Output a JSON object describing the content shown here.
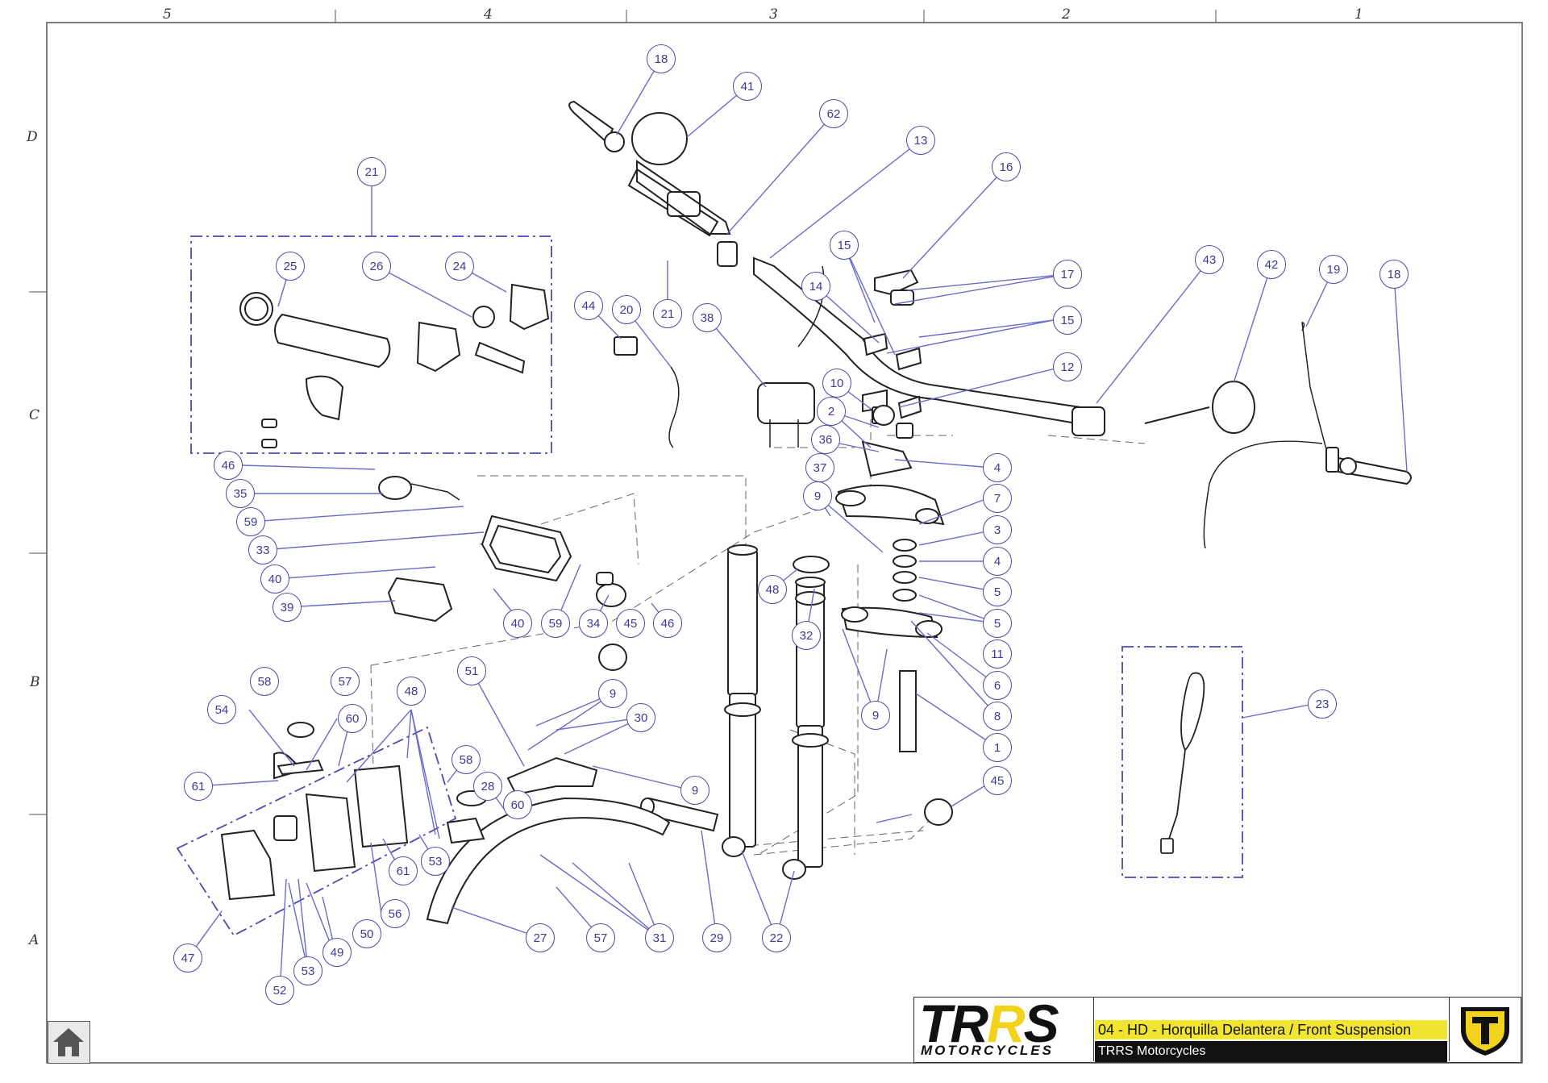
{
  "sheet": {
    "columns": [
      "5",
      "4",
      "3",
      "2",
      "1"
    ],
    "rows": [
      "D",
      "C",
      "B",
      "A"
    ]
  },
  "colors": {
    "callout": "#4a4aa8",
    "leader": "#6a6ac8",
    "brand_yellow": "#f2d21a",
    "title_bar": "#f2e530"
  },
  "callouts": [
    "18",
    "41",
    "62",
    "13",
    "16",
    "21",
    "25",
    "26",
    "24",
    "15",
    "17",
    "14",
    "15",
    "43",
    "42",
    "19",
    "18",
    "44",
    "20",
    "21",
    "38",
    "10",
    "12",
    "2",
    "36",
    "4",
    "37",
    "7",
    "9",
    "3",
    "46",
    "35",
    "59",
    "33",
    "40",
    "39",
    "4",
    "48",
    "5",
    "40",
    "59",
    "34",
    "45",
    "46",
    "5",
    "32",
    "11",
    "6",
    "58",
    "57",
    "54",
    "60",
    "48",
    "51",
    "9",
    "30",
    "23",
    "8",
    "9",
    "1",
    "61",
    "58",
    "28",
    "60",
    "9",
    "45",
    "61",
    "53",
    "56",
    "50",
    "49",
    "47",
    "53",
    "52",
    "27",
    "57",
    "31",
    "29",
    "22"
  ],
  "title_block": {
    "brand": "TRRS",
    "brand_sub": "MOTORCYCLES",
    "drawing_title": "04 - HD - Horquilla Delantera / Front Suspension",
    "company": "TRRS Motorcycles"
  },
  "icons": {
    "home": "home-icon",
    "shield": "trrs-shield-icon"
  }
}
